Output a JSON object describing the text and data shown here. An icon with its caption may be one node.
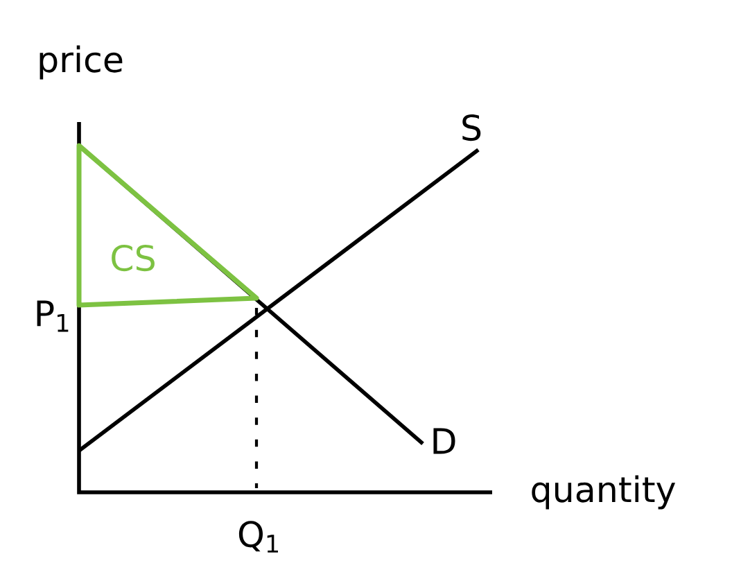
{
  "diagram": {
    "nodes": [
      {
        "text": [
          "CS"
        ]
      }
    ],
    "labels": [
      "price",
      "S",
      "P$_{1}$",
      "D",
      "quantity",
      "Q$_{1}$"
    ]
  }
}
